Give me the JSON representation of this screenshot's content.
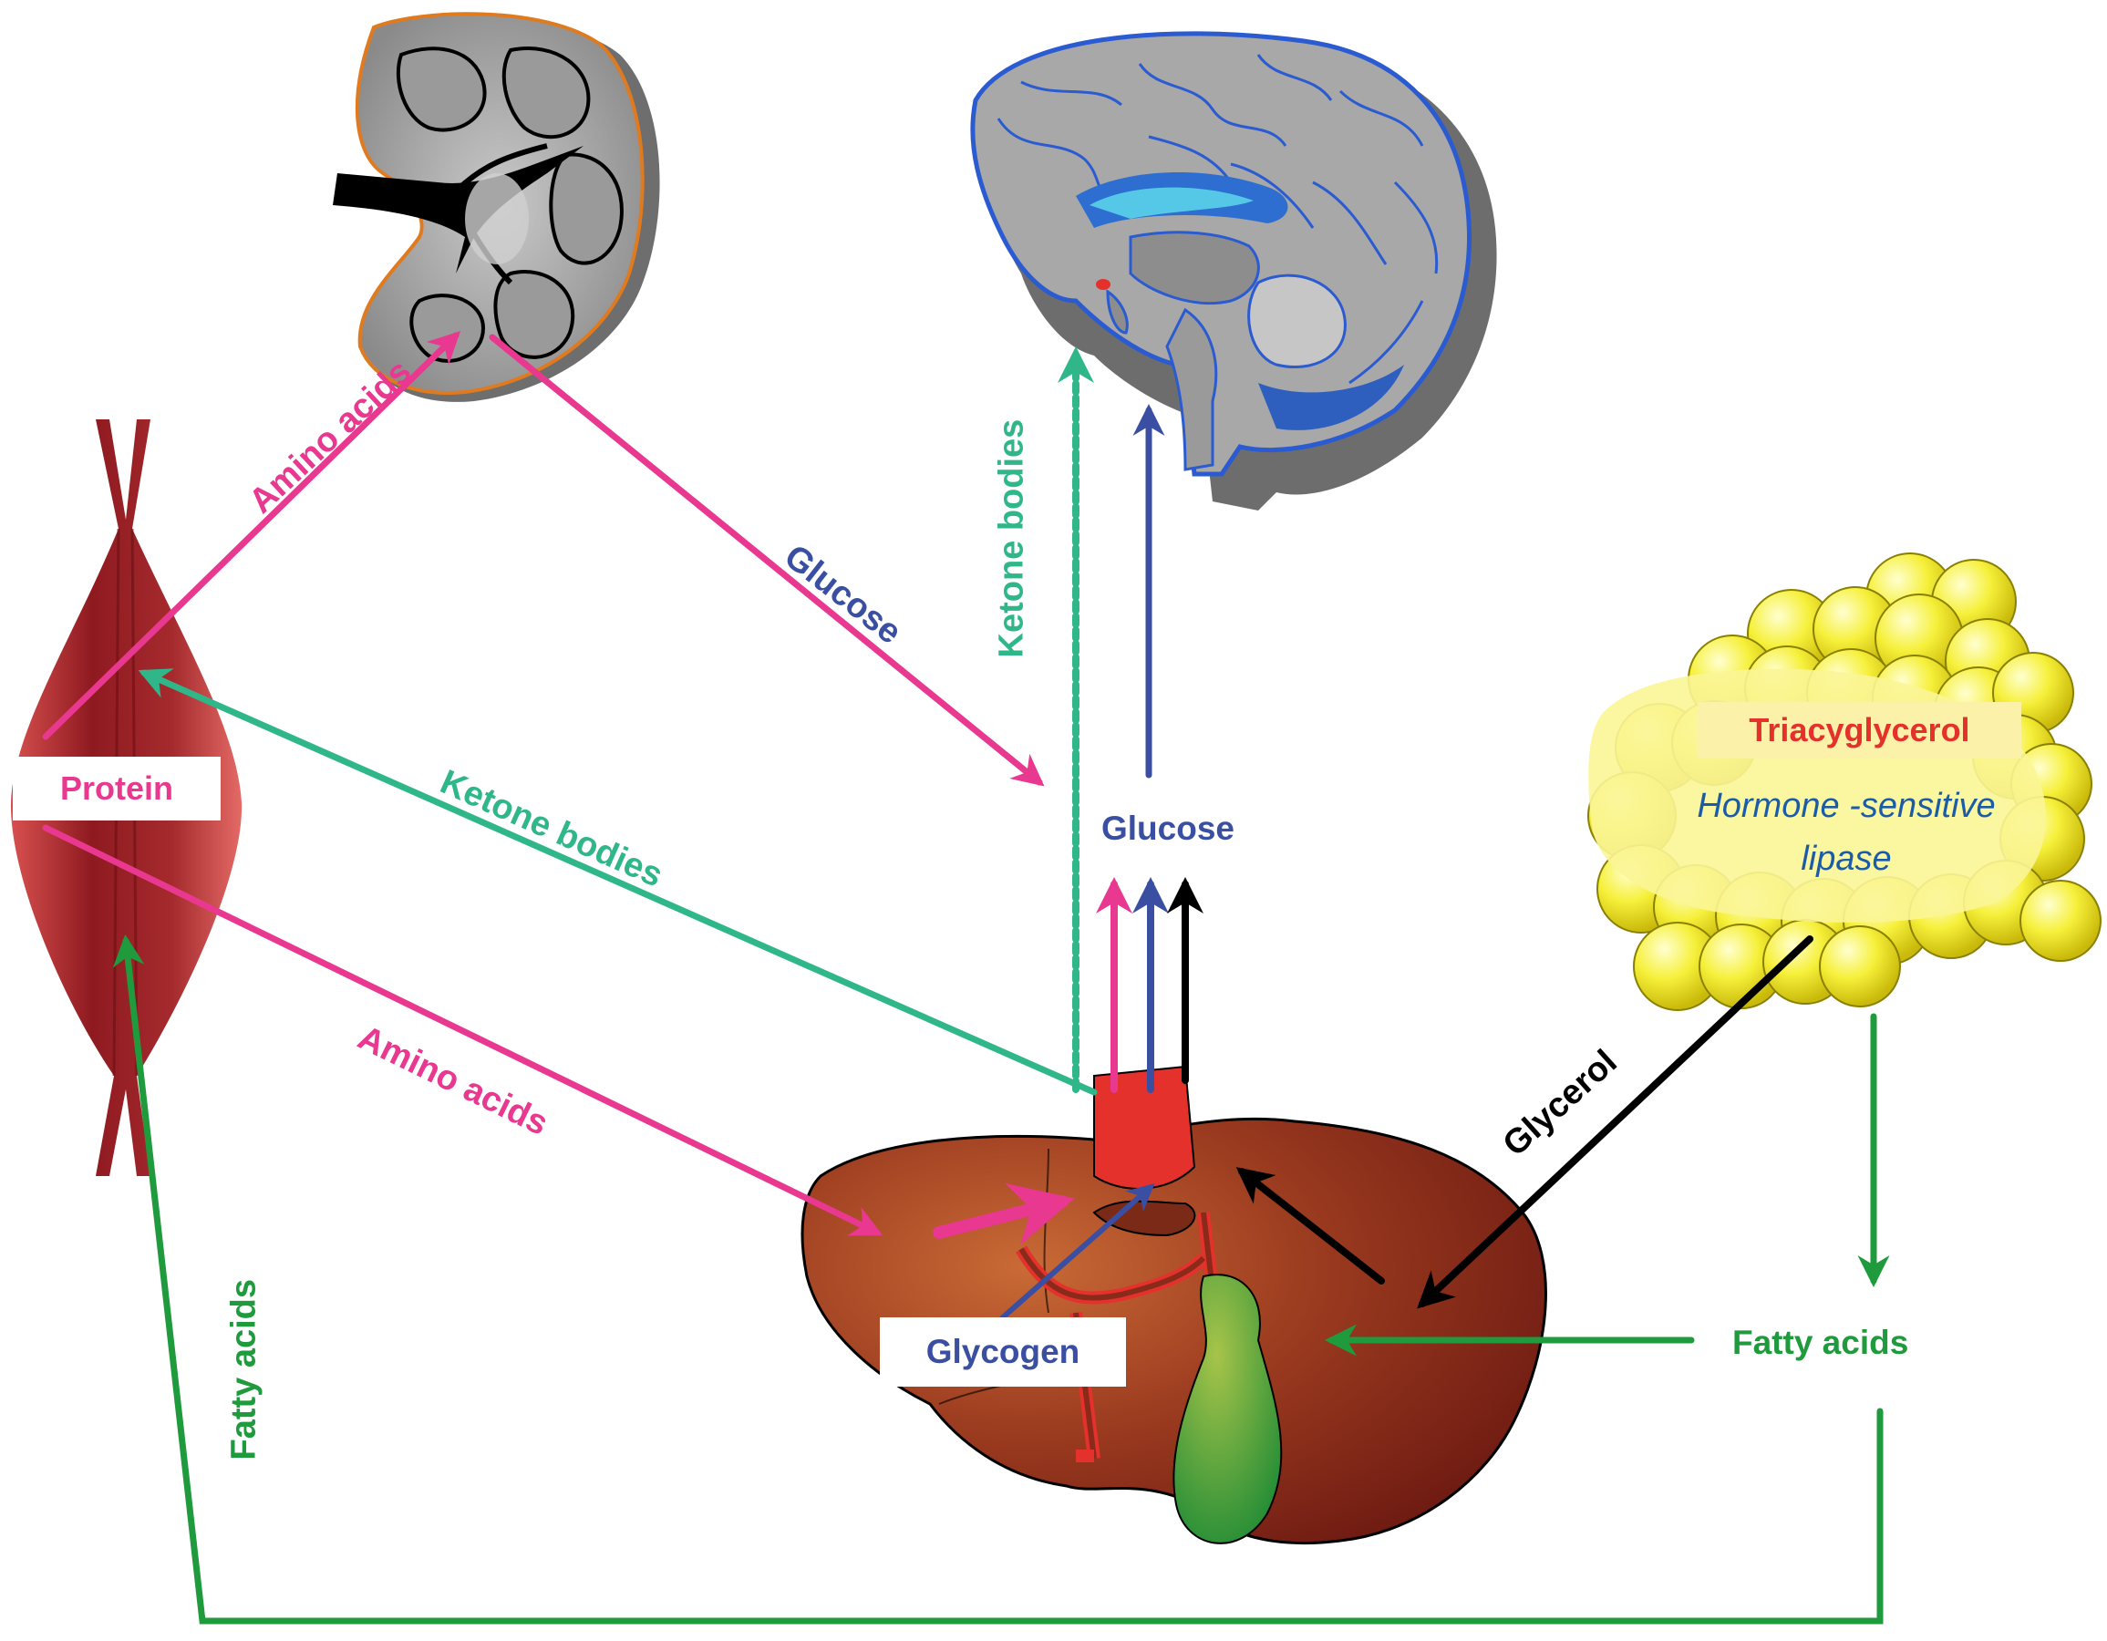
{
  "labels": {
    "amino_acids_kidney": "Amino acids",
    "glucose_kidney": "Glucose",
    "ketone_bodies_brain": "Ketone bodies",
    "ketone_bodies_muscle": "Ketone bodies",
    "amino_acids_liver": "Amino acids",
    "glucose": "Glucose",
    "protein": "Protein",
    "glycogen": "Glycogen",
    "triacylglycerol": "Triacyglycerol",
    "hormone_sensitive_lipase": "Hormone -sensitive lipase",
    "glycerol": "Glycerol",
    "fatty_acids_right": "Fatty acids",
    "fatty_acids_left": "Fatty acids"
  },
  "colors": {
    "pink": "#e8388f",
    "teal": "#2fb78a",
    "blue": "#3a4fa1",
    "black": "#000000",
    "green": "#1f9a3c",
    "red": "#e4312b",
    "muscle": "#a3232a",
    "liver": "#8a2a1a",
    "fat": "#f4ef3a"
  }
}
